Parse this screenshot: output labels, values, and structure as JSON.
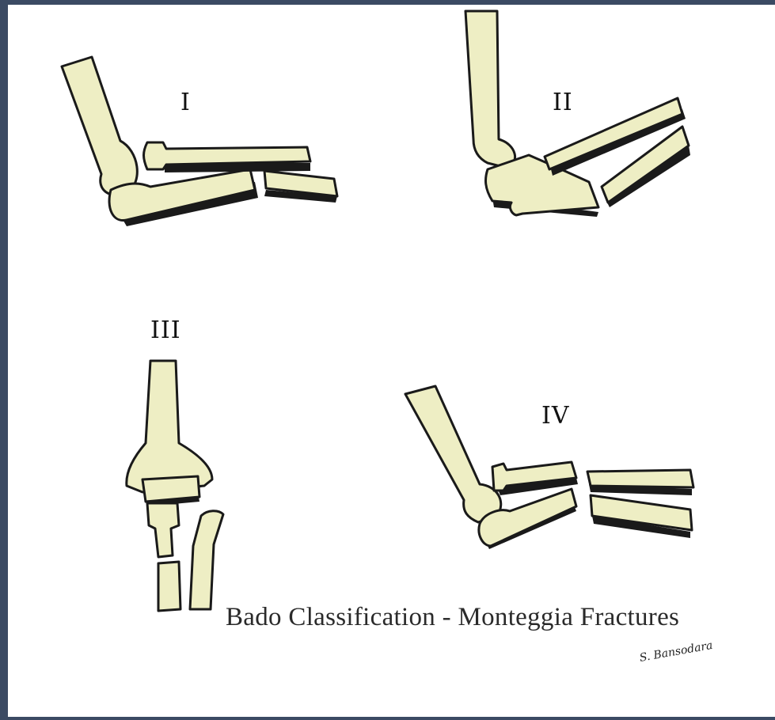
{
  "labels": {
    "type_1": "I",
    "type_2": "II",
    "type_3": "III",
    "type_4": "IV"
  },
  "caption": "Bado Classification - Monteggia Fractures",
  "signature": "S. Bansodara",
  "colors": {
    "bone_fill": "#eeeec4",
    "outline": "#1a1a1a",
    "frame": "#3b4a63",
    "background": "#ffffff"
  }
}
